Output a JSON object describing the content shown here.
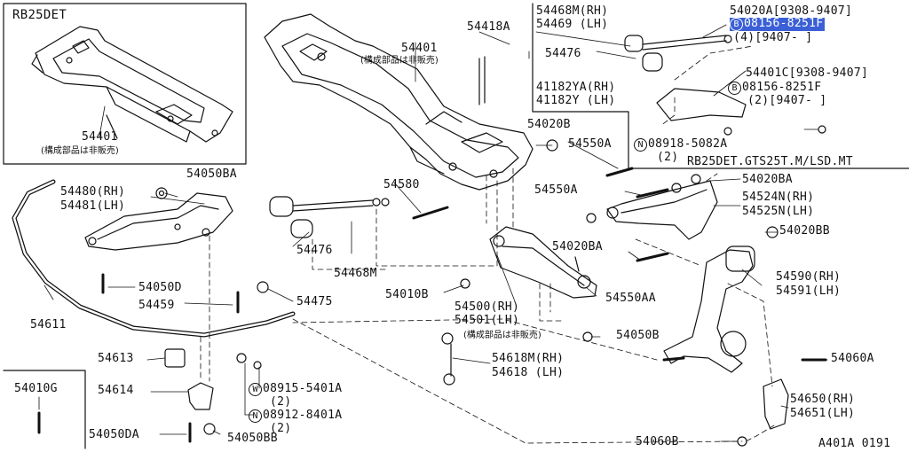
{
  "inset": {
    "engine": "RB25DET",
    "part": "54401",
    "note": "(構成部品は非販売)"
  },
  "labels": {
    "p54418A": "54418A",
    "p54401": "54401",
    "p54401_note": "(構成部品は非販売)",
    "p54468M_RH": "54468M(RH)",
    "p54469_LH": "54469 (LH)",
    "p54476_top": "54476",
    "p54020A": "54020A[9308-9407]",
    "hl_part": "08156-8251F",
    "hl_qty": "(4)[9407-   ]",
    "p54401C": "54401C[9308-9407]",
    "b2_part": "08156-8251F",
    "b2_qty": "(2)[9407-   ]",
    "p41182YA": "41182YA(RH)",
    "p41182Y": "41182Y (LH)",
    "p54020B": "54020B",
    "p54550A_1": "54550A",
    "n_part_1": "08918-5082A",
    "n_qty_1": "(2)",
    "note_rb25": "RB25DET.GTS25T.M/LSD.MT",
    "p54050BA_1": "54050BA",
    "p54480": "54480(RH)",
    "p54481": "54481(LH)",
    "p54580": "54580",
    "p54550A_2": "54550A",
    "p54020BA_1": "54020BA",
    "p54524N": "54524N(RH)",
    "p54525N": "54525N(LH)",
    "p54020BB_1": "54020BB",
    "p54476_mid": "54476",
    "p54468M": "54468M",
    "p54020BA_2": "54020BA",
    "p54050D": "54050D",
    "p54459": "54459",
    "p54475": "54475",
    "p54010B": "54010B",
    "p54550AA": "54550AA",
    "p54590": "54590(RH)",
    "p54591": "54591(LH)",
    "p54611": "54611",
    "p54500": "54500(RH)",
    "p54501": "54501(LH)",
    "p54501_note": "(構成部品は非販売)",
    "p54050B": "54050B",
    "p54613": "54613",
    "p54618M": "54618M(RH)",
    "p54618": "54618 (LH)",
    "p54060A": "54060A",
    "p54010G": "54010G",
    "p54614": "54614",
    "w_part": "08915-5401A",
    "w_qty": "(2)",
    "n_part_2": "08912-8401A",
    "n_qty_2": "(2)",
    "p54650": "54650(RH)",
    "p54651": "54651(LH)",
    "p54050DA": "54050DA",
    "p54050BB": "54050BB",
    "p54060B": "54060B",
    "ref": "A401A 0191"
  },
  "symbols": {
    "b": "B",
    "n": "N",
    "w": "W"
  },
  "colors": {
    "ink": "#111111",
    "highlight": "#3a5fd6",
    "background": "#ffffff"
  }
}
